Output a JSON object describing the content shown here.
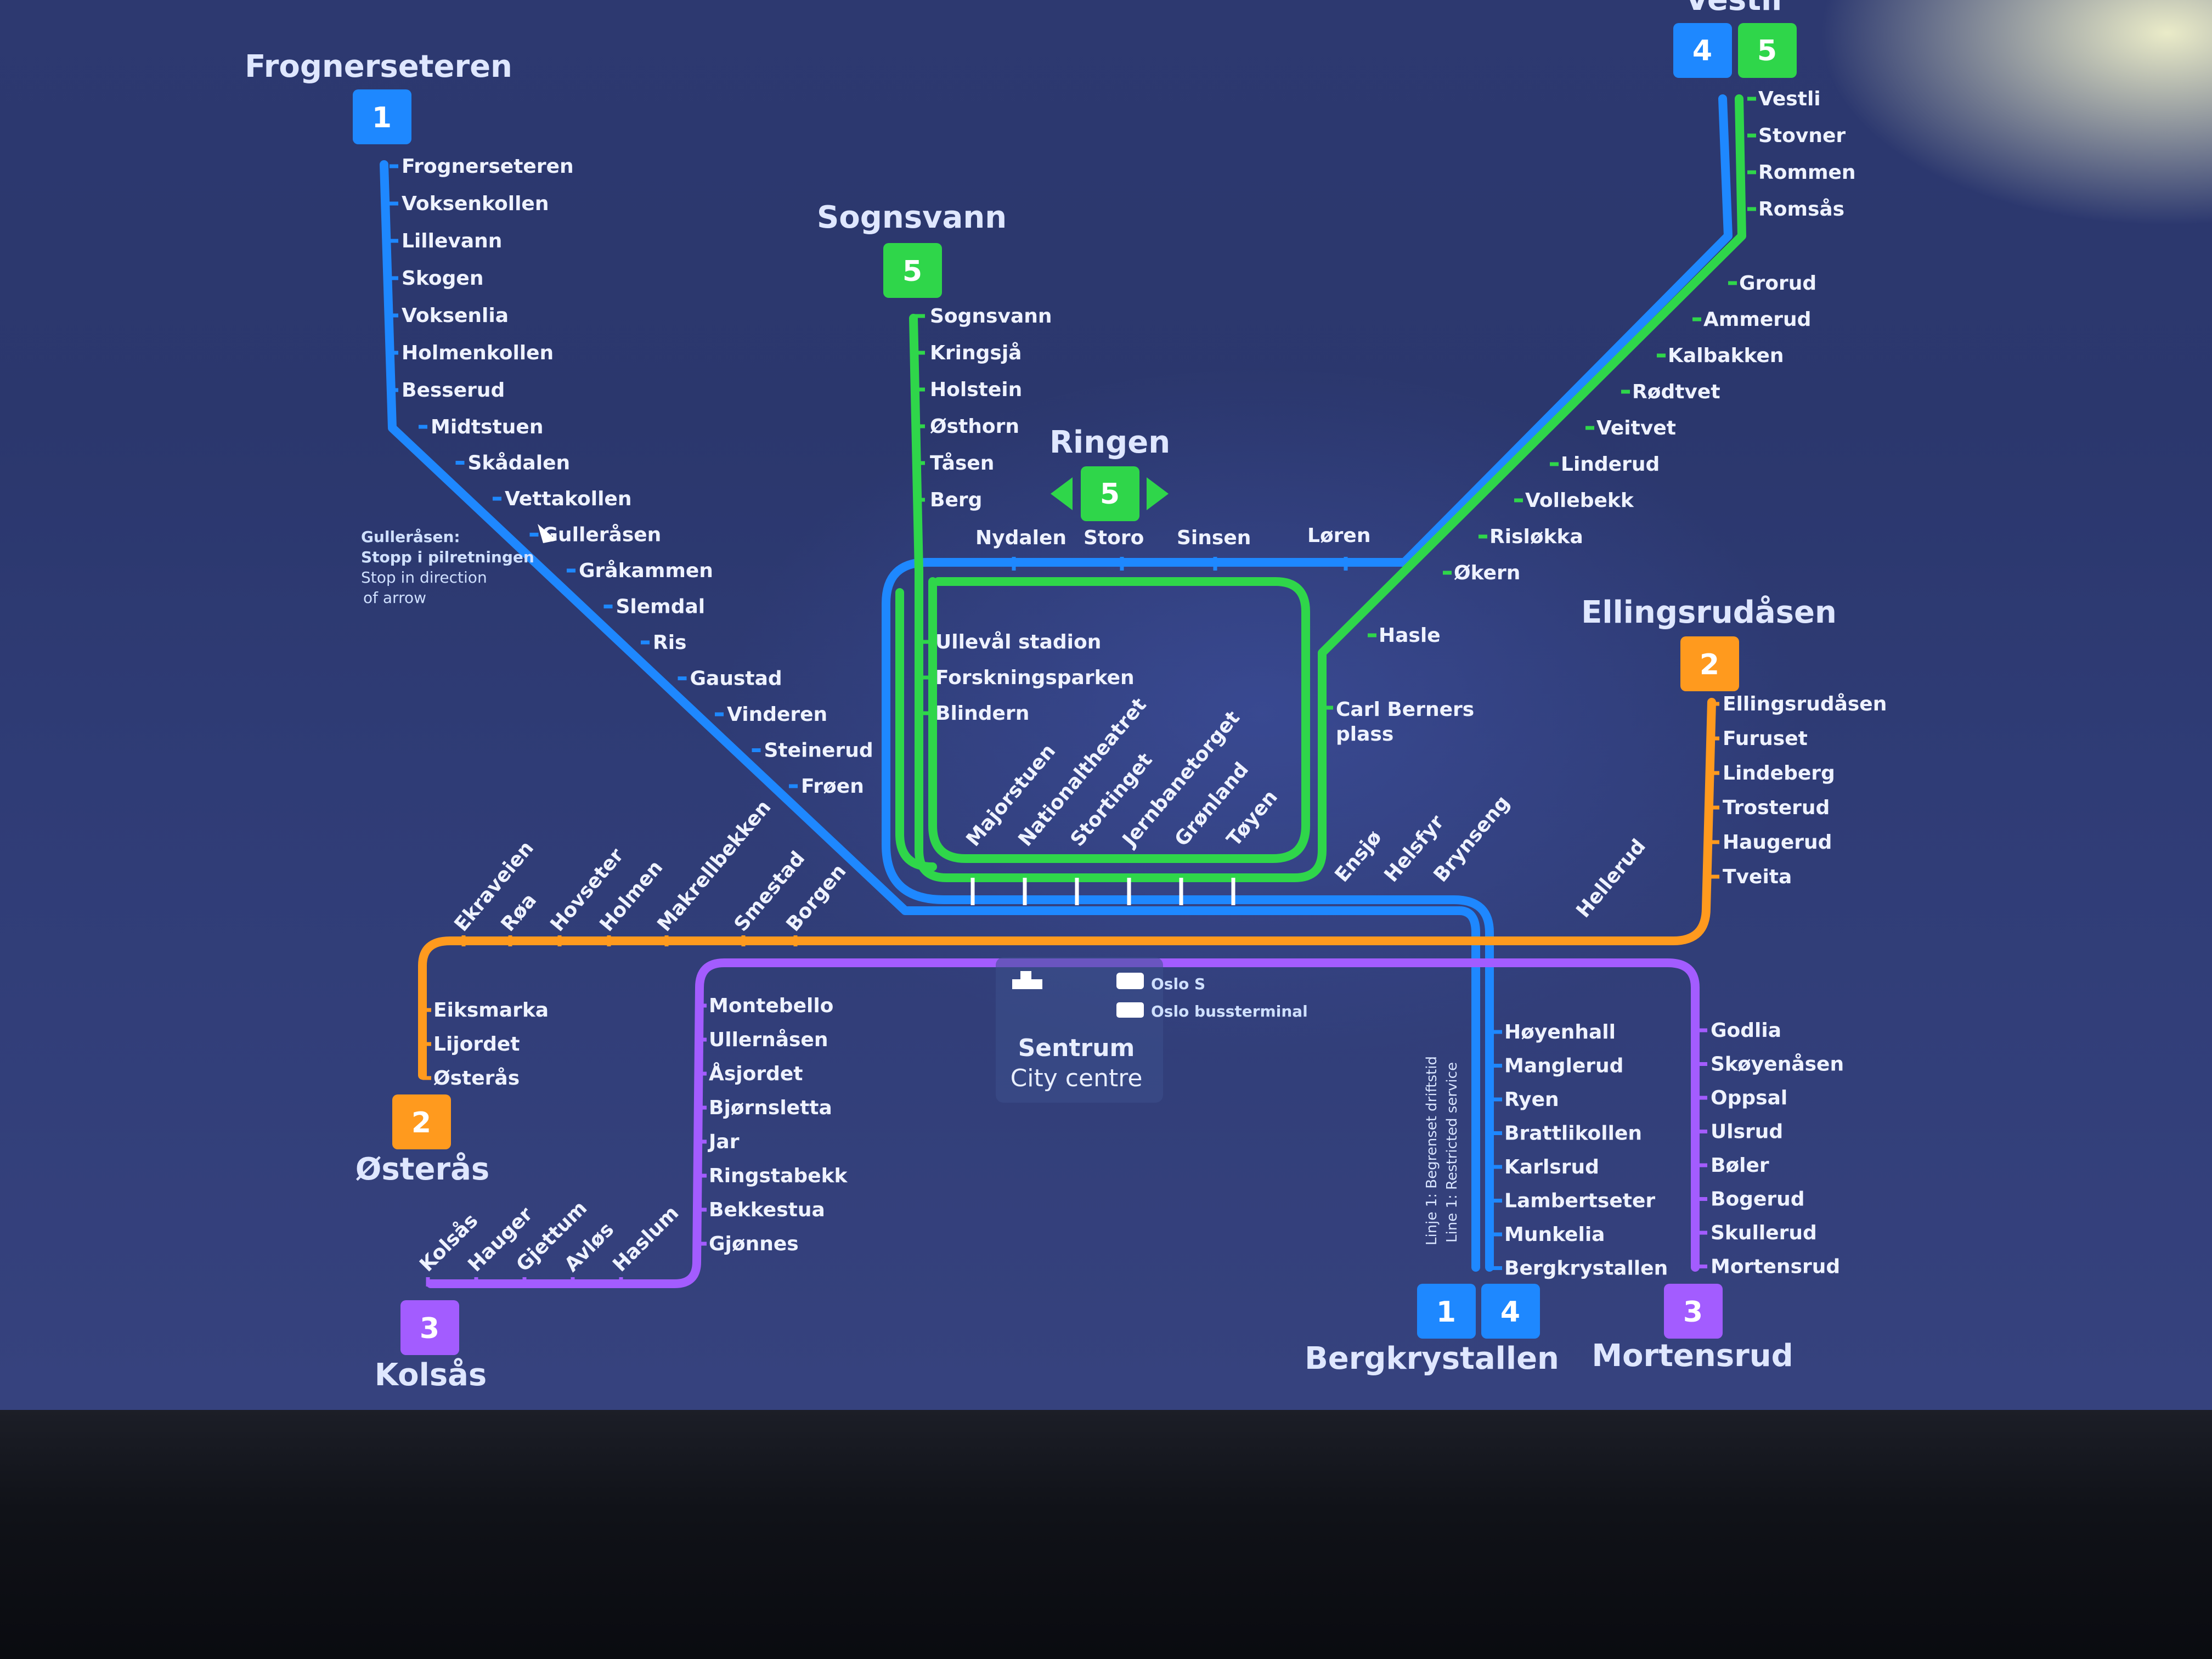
{
  "colors": {
    "line1": "#1e88ff",
    "line2": "#ff9a1e",
    "line3": "#a35cff",
    "line4": "#1e88ff",
    "line5": "#2fd64a",
    "text": "#eef2ff"
  },
  "terminals": {
    "frognerseteren": "Frognerseteren",
    "sognsvann": "Sognsvann",
    "ringen": "Ringen",
    "vestli": "Vestli",
    "ellingsrudasen": "Ellingsrudåsen",
    "osteras": "Østerås",
    "kolsas": "Kolsås",
    "bergkrystallen": "Bergkrystallen",
    "mortensrud": "Mortensrud"
  },
  "badges": {
    "frognerseteren": "1",
    "sognsvann": "5",
    "ringen": "5",
    "vestli_a": "4",
    "vestli_b": "5",
    "ellingsrudasen": "2",
    "osteras": "2",
    "kolsas": "3",
    "bergkrystallen_a": "1",
    "bergkrystallen_b": "4",
    "mortensrud": "3"
  },
  "stations": {
    "line1": [
      "Frognerseteren",
      "Voksenkollen",
      "Lillevann",
      "Skogen",
      "Voksenlia",
      "Holmenkollen",
      "Besserud",
      "Midtstuen",
      "Skådalen",
      "Vettakollen",
      "Gulleråsen",
      "Gråkammen",
      "Slemdal",
      "Ris",
      "Gaustad",
      "Vinderen",
      "Steinerud",
      "Frøen"
    ],
    "line5_north": [
      "Sognsvann",
      "Kringsjå",
      "Holstein",
      "Østhorn",
      "Tåsen",
      "Berg"
    ],
    "ring_top": [
      "Nydalen",
      "Storo",
      "Sinsen",
      "Løren"
    ],
    "ring_inner": [
      "Ullevål stadion",
      "Forskningsparken",
      "Blindern"
    ],
    "ring_right": [
      "Carl Berners",
      "plass"
    ],
    "center": [
      "Majorstuen",
      "Nationaltheatret",
      "Stortinget",
      "Jernbanetorget",
      "Grønland",
      "Tøyen"
    ],
    "east_common": [
      "Ensjø",
      "Helsfyr",
      "Brynseng"
    ],
    "vestli": [
      "Vestli",
      "Stovner",
      "Rommen",
      "Romsås",
      "Grorud",
      "Ammerud",
      "Kalbakken",
      "Rødtvet",
      "Veitvet",
      "Linderud",
      "Vollebekk",
      "Risløkka",
      "Økern",
      "Hasle"
    ],
    "line2_east": [
      "Hellerud",
      "Ellingsrudåsen",
      "Furuset",
      "Lindeberg",
      "Trosterud",
      "Haugerud",
      "Tveita"
    ],
    "line2_west": [
      "Ekraveien",
      "Røa",
      "Hovseter",
      "Holmen",
      "Makrellbekken",
      "Smestad",
      "Borgen"
    ],
    "osteras": [
      "Eiksmarka",
      "Lijordet",
      "Østerås"
    ],
    "line3_west": [
      "Montebello",
      "Ullernåsen",
      "Åsjordet",
      "Bjørnsletta",
      "Jar",
      "Ringstabekk",
      "Bekkestua",
      "Gjønnes"
    ],
    "kolsas": [
      "Kolsås",
      "Hauger",
      "Gjettum",
      "Avløs",
      "Haslum"
    ],
    "bergkrystallen": [
      "Høyenhall",
      "Manglerud",
      "Ryen",
      "Brattlikollen",
      "Karlsrud",
      "Lambertseter",
      "Munkelia",
      "Bergkrystallen"
    ],
    "mortensrud": [
      "Godlia",
      "Skøyenåsen",
      "Oppsal",
      "Ulsrud",
      "Bøler",
      "Bogerud",
      "Skullerud",
      "Mortensrud"
    ]
  },
  "notes": {
    "gulleraasen": [
      "Gulleråsen:",
      "Stopp i pilretningen",
      "Stop in direction",
      "of arrow"
    ],
    "restricted_no": "Linje 1: Begrenset driftstid",
    "restricted_en": "Line 1: Restricted service",
    "sentrum": "Sentrum",
    "city_centre": "City centre",
    "oslo_s": "Oslo S",
    "bussterminal": "Oslo bussterminal"
  },
  "icons": [
    "ferry-icon",
    "train-icon",
    "bus-icon",
    "arrow-left-icon",
    "arrow-right-icon",
    "direction-arrow-icon"
  ]
}
